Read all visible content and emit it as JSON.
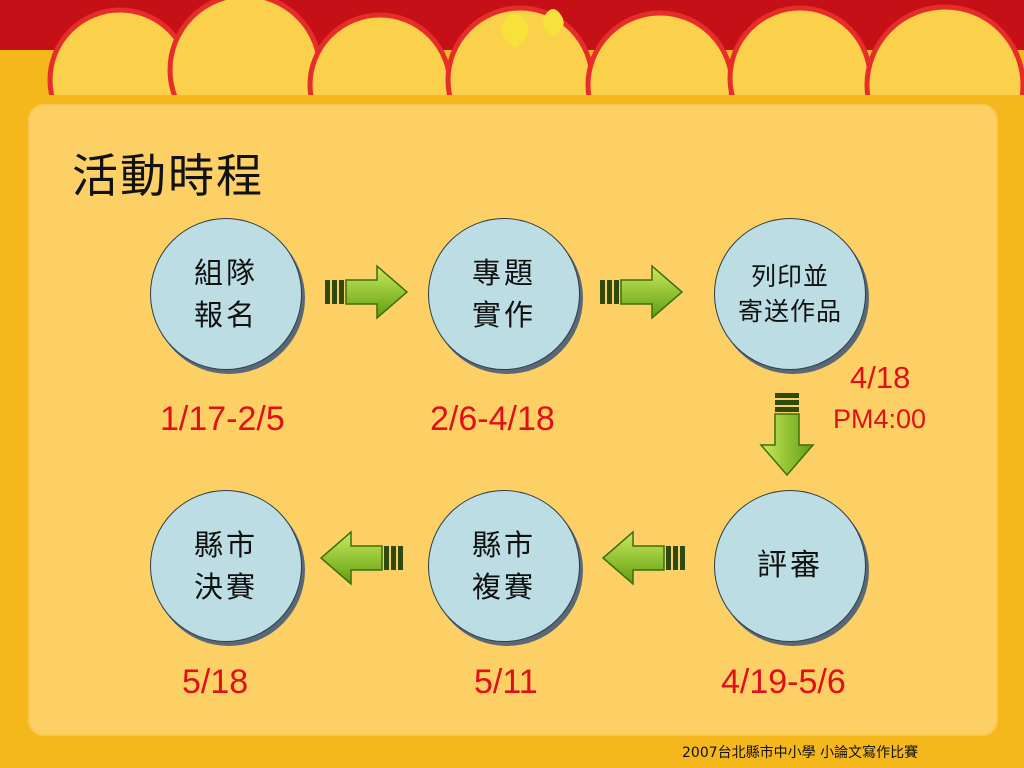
{
  "title": "活動時程",
  "nodes": [
    {
      "label": "組隊\n報名",
      "date": "1/17-2/5"
    },
    {
      "label": "專題\n實作",
      "date": "2/6-4/18"
    },
    {
      "label": "列印並\n寄送作品",
      "date": "4/18",
      "date_time": "PM4:00"
    },
    {
      "label": "評審",
      "date": "4/19-5/6"
    },
    {
      "label": "縣市\n複賽",
      "date": "5/11"
    },
    {
      "label": "縣市\n決賽",
      "date": "5/18"
    }
  ],
  "footer": "2007台北縣市中小學 小論文寫作比賽",
  "colors": {
    "background": "#f5b81c",
    "panel": "#fdd066",
    "node_fill": "#bcdde3",
    "date_text": "#e0101a",
    "arrow": "#8bc21e",
    "top_band": "#c41016"
  }
}
